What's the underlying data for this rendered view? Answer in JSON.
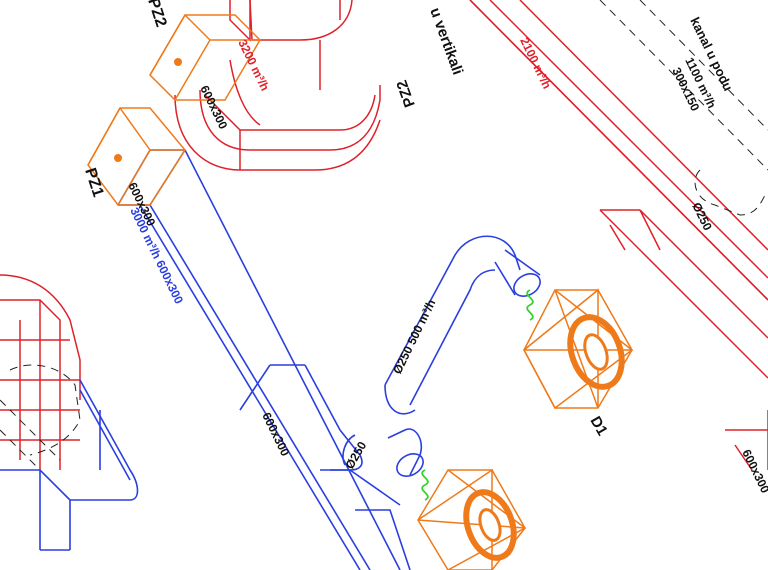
{
  "colors": {
    "supply_duct": "#2a3fe0",
    "exhaust_duct": "#e0202a",
    "equipment": "#ef7a1a",
    "flex_connector": "#35d42a",
    "hidden_lines": "#222222"
  },
  "labels": {
    "pz1": "PZ1",
    "pz2": "PZ2",
    "pz2_riser_line1": "PZ2",
    "pz2_riser_line2": "u vertikali",
    "pz1_size": "600x300",
    "pz2_size": "600x300",
    "supply_flow": "3000 m³/h  600x300",
    "exhaust_flow_pz2": "3200 m³/h",
    "red_flow": "2100 m³/h",
    "trunk_size": "600x300",
    "branch_dia": "Ø250",
    "branch_flow": "Ø250   500 m³/h",
    "left_branch_dia": "Ø250",
    "diffuser": "D1",
    "floor_channel": "kanal u podu",
    "floor_size": "300x150",
    "floor_flow": "1100 m³/h",
    "floor_dia": "Ø250"
  }
}
